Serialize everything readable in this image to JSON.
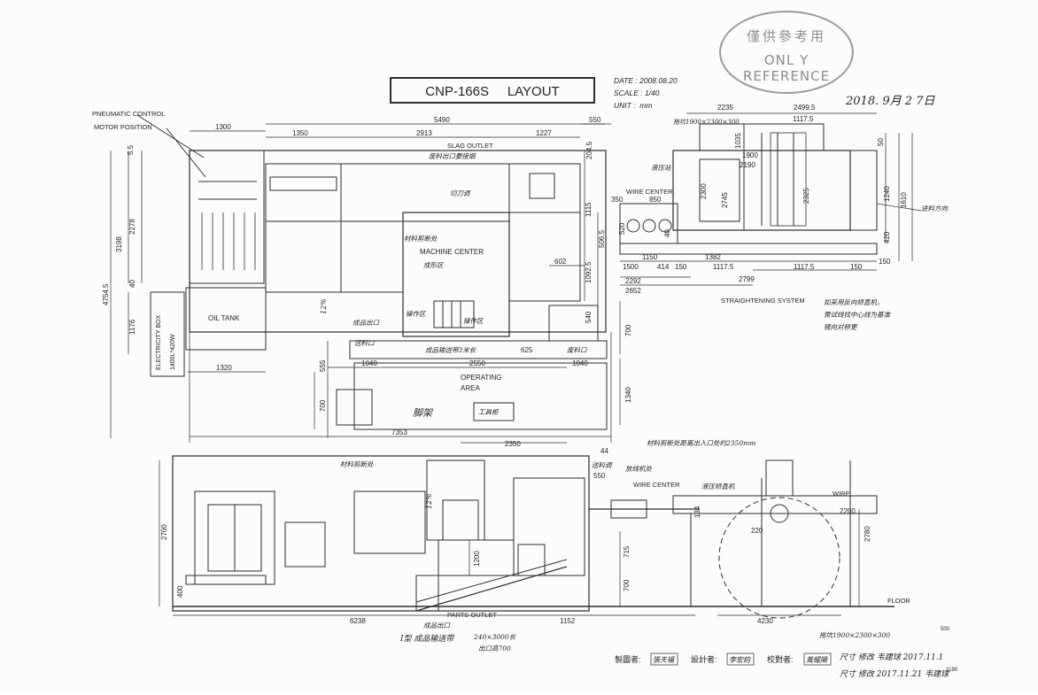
{
  "title": "CNP-166S     LAYOUT",
  "meta": {
    "date": "DATE : 2008.08.20",
    "scale": "SCALE : 1/40",
    "unit": "UNIT :  mm"
  },
  "stamp": {
    "line1": "僅供參考用",
    "line2": "ONL Y REFERENCE"
  },
  "received_date": "2018. 9月 2 7日",
  "plan_labels": {
    "pneumatic": "PNEUMATIC CONTROL",
    "motor": "MOTOR POSITION",
    "slag": "SLAG OUTLET",
    "slag_cn": "废料出口要接烟",
    "cutter": "切刀调",
    "machine_center": "MACHINE CENTER",
    "machine_cn": "材料剪断处",
    "forming": "成形区",
    "oil_tank": "OIL TANK",
    "elec_box": "ELECTRICITY BOX",
    "elec_spec": "1400L*420W",
    "operating": "OPERATING",
    "area": "AREA",
    "op_cn1": "操作区",
    "op_cn2": "操作区",
    "finished": "成品出口",
    "conveyor": "成品输送带3米长",
    "feed": "送料口",
    "scrap": "废料口",
    "stand": "脚架",
    "toolbox": "工具柜"
  },
  "plan_dims": [
    "1300",
    "5490",
    "550",
    "1350",
    "2913",
    "1227",
    "5.5",
    "204.5",
    "2278",
    "3198",
    "4754.5",
    "40",
    "1176",
    "1115",
    "506.5",
    "1092.5",
    "602",
    "540",
    "700",
    "1320",
    "1040",
    "2550",
    "1040",
    "625",
    "555",
    "1340",
    "700",
    "7353",
    "12%"
  ],
  "strait_labels": {
    "hydraulic": "液压站",
    "wire_center": "WIRE CENTER",
    "cable_tray": "拖坑1900×2300×300",
    "straightening": "STRAIGHTENING SYSTEM",
    "notes": [
      "如采用反向矫直机，",
      "需试线找中心线为基准",
      "镜向对称更"
    ],
    "feed_cn": "进料方向"
  },
  "strait_dims": [
    "2235",
    "2499.5",
    "1117.5",
    "1035",
    "1900",
    "2190",
    "2300",
    "2745",
    "2325",
    "350",
    "850",
    "520",
    "1150",
    "1382",
    "1500",
    "414",
    "150",
    "1117.5",
    "150",
    "1117.5",
    "2292",
    "2652",
    "2799",
    "1240",
    "1610",
    "420",
    "150",
    "50",
    "40"
  ],
  "elev_labels": {
    "note_top": "材料剪断处距离出入口处约2350mm",
    "machine_cn": "材料剪断处",
    "cutter": "送料调",
    "wire_cn": "放线机处",
    "wire_center": "WIRE CENTER",
    "straight_cn": "液压矫直机",
    "wire": "WIRE",
    "floor": "FLOOR",
    "parts_outlet": "PARTS OUTLET",
    "finished": "成品出口",
    "type_note": "I型 成品输送带",
    "belt": "240×3000长",
    "height": "出口高700",
    "pit": "拖坑1900×2300×300"
  },
  "elev_dims": [
    "2350",
    "44",
    "550",
    "2700",
    "400",
    "1200",
    "715",
    "700",
    "134",
    "2200",
    "220",
    "2780",
    "6238",
    "1152",
    "4230",
    "12%",
    "2190",
    "500"
  ],
  "signatures": {
    "drafted_label": "製圖者:",
    "drafted": "張天福",
    "designed_label": "設計者:",
    "designed": "李宏鈞",
    "checked_label": "校對者:",
    "checked": "黃耀陽",
    "rev1": "尺寸 修改 韦建球 2017.11.1",
    "rev2": "尺寸 修改 2017.11.21 韦建球"
  }
}
